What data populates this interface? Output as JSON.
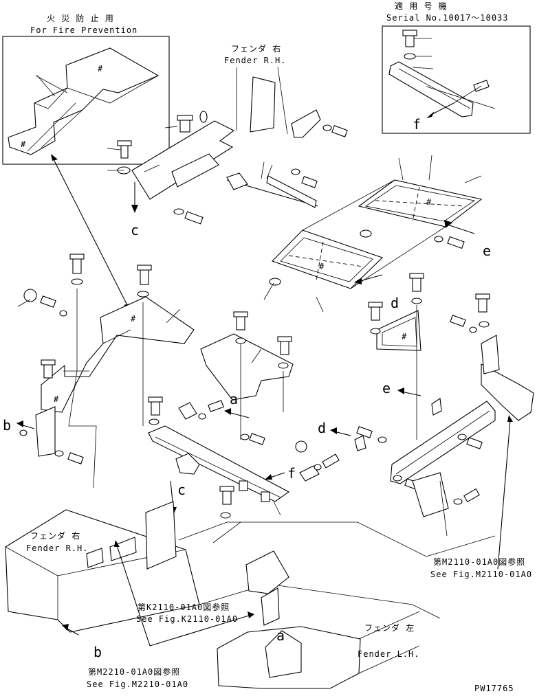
{
  "fire_prevention": {
    "jp": "火 災 防 止 用",
    "en": "For Fire Prevention"
  },
  "serial_box": {
    "jp": "適 用 号 機",
    "en": "Serial No.10017～10033"
  },
  "fender_rh_top": {
    "jp": "フェンダ 右",
    "en": "Fender R.H."
  },
  "fender_rh_bottom": {
    "jp": "フェンダ 右",
    "en": "Fender R.H."
  },
  "fender_lh": {
    "jp": "フェンダ 左",
    "en": "Fender L.H."
  },
  "ref_m2110": {
    "jp": "第M2110-01A0図参照",
    "en": "See Fig.M2110-01A0"
  },
  "ref_k2110": {
    "jp": "第K2110-01A0図参照",
    "en": "See Fig.K2110-01A0"
  },
  "ref_m2210": {
    "jp": "第M2210-01A0図参照",
    "en": "See Fig.M2210-01A0"
  },
  "letters": {
    "a": "a",
    "b": "b",
    "c": "c",
    "d": "d",
    "e": "e",
    "f": "f"
  },
  "drawing_number": "PW17765"
}
